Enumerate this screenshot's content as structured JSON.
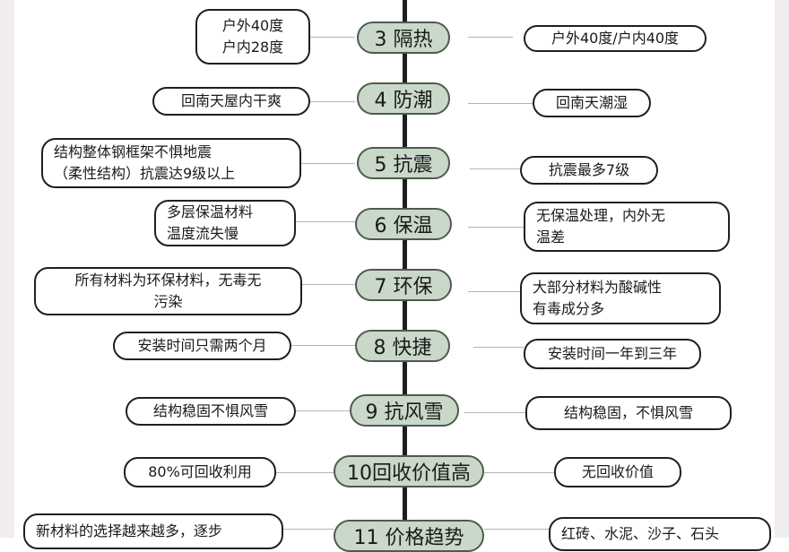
{
  "rows": [
    {
      "stage": "3 隔热",
      "left_lines": [
        "户外40度",
        "户内28度"
      ],
      "right_lines": [
        "户外40度/户内40度"
      ]
    },
    {
      "stage": "4 防潮",
      "left_lines": [
        "回南天屋内干爽"
      ],
      "right_lines": [
        "回南天潮湿"
      ]
    },
    {
      "stage": "5 抗震",
      "left_lines": [
        "结构整体钢框架不惧地震",
        "（柔性结构）抗震达9级以上"
      ],
      "right_lines": [
        "抗震最多7级"
      ]
    },
    {
      "stage": "6 保温",
      "left_lines": [
        "多层保温材料",
        "温度流失慢"
      ],
      "right_lines": [
        "无保温处理，内外无",
        "温差"
      ]
    },
    {
      "stage": "7 环保",
      "left_lines": [
        "所有材料为环保材料，无毒无",
        "污染"
      ],
      "right_lines": [
        "大部分材料为酸碱性",
        "有毒成分多"
      ]
    },
    {
      "stage": "8 快捷",
      "left_lines": [
        "安装时间只需两个月"
      ],
      "right_lines": [
        "安装时间一年到三年"
      ]
    },
    {
      "stage": "9 抗风雪",
      "left_lines": [
        "结构稳固不惧风雪"
      ],
      "right_lines": [
        "结构稳固，不惧风雪"
      ]
    },
    {
      "stage": "10回收价值高",
      "left_lines": [
        "80%可回收利用"
      ],
      "right_lines": [
        "无回收价值"
      ]
    },
    {
      "stage": "11 价格趋势",
      "left_lines": [
        "新材料的选择越来越多，逐步"
      ],
      "right_lines": [
        "红砖、水泥、沙子、石头"
      ]
    }
  ]
}
